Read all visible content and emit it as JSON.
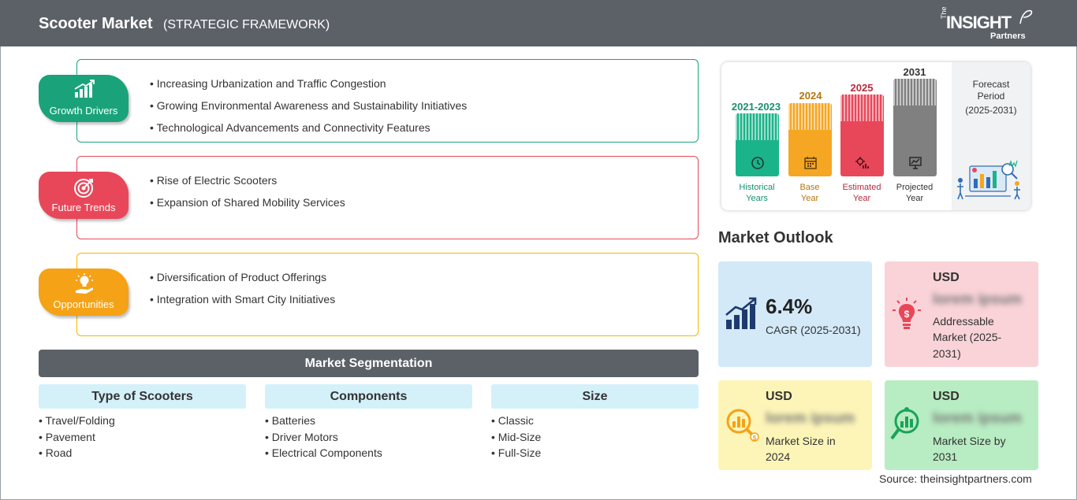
{
  "header": {
    "title": "Scooter Market",
    "subtitle": "(STRATEGIC FRAMEWORK)",
    "logo": {
      "the": "The",
      "insight": "INSIGHT",
      "partners": "Partners"
    }
  },
  "framework": [
    {
      "label": "Growth Drivers",
      "color": "#1aa37a",
      "icon": "growth-chart-icon",
      "items": [
        "Increasing Urbanization and Traffic Congestion",
        "Growing Environmental Awareness and Sustainability Initiatives",
        "Technological Advancements and Connectivity Features"
      ]
    },
    {
      "label": "Future Trends",
      "color": "#e8475a",
      "icon": "target-icon",
      "items": [
        "Rise of Electric Scooters",
        "Expansion of Shared Mobility Services"
      ]
    },
    {
      "label": "Opportunities",
      "color": "#f5a216",
      "icon": "lightbulb-hand-icon",
      "items": [
        "Diversification of Product Offerings",
        "Integration with Smart City Initiatives"
      ]
    }
  ],
  "segmentation": {
    "title": "Market Segmentation",
    "columns": [
      {
        "header": "Type of Scooters",
        "items": [
          "Travel/Folding",
          "Pavement",
          "Road"
        ]
      },
      {
        "header": "Components",
        "items": [
          "Batteries",
          "Driver Motors",
          "Electrical Components"
        ]
      },
      {
        "header": "Size",
        "items": [
          "Classic",
          "Mid-Size",
          "Full-Size"
        ]
      }
    ]
  },
  "timeline": {
    "bars": [
      {
        "year": "2021-2023",
        "label1": "Historical",
        "label2": "Years",
        "color": "#1bb38a",
        "year_color": "#16926f",
        "icon": "history-icon"
      },
      {
        "year": "2024",
        "label1": "Base",
        "label2": "Year",
        "color": "#f5a623",
        "year_color": "#b5760f",
        "icon": "calendar-icon"
      },
      {
        "year": "2025",
        "label1": "Estimated",
        "label2": "Year",
        "color": "#e8475a",
        "year_color": "#b62b3c",
        "icon": "gear-chart-icon"
      },
      {
        "year": "2031",
        "label1": "Projected",
        "label2": "Year",
        "color": "#808080",
        "year_color": "#333333",
        "icon": "presentation-icon"
      }
    ],
    "forecast": {
      "line1": "Forecast",
      "line2": "Period",
      "line3": "(2025-2031)"
    }
  },
  "outlook": {
    "title": "Market Outlook",
    "cagr": {
      "value": "6.4%",
      "label": "CAGR (2025-2031)"
    },
    "addressable": {
      "currency": "USD",
      "value": "lorem ipsum",
      "desc1": "Addressable",
      "desc2": "Market (2025-",
      "desc3": "2031)"
    },
    "size_2024": {
      "currency": "USD",
      "value": "lorem ipsum",
      "desc1": "Market Size in",
      "desc2": "2024"
    },
    "size_2031": {
      "currency": "USD",
      "value": "lorem ipsum",
      "desc1": "Market Size by",
      "desc2": "2031"
    }
  },
  "source": "Source: theinsightpartners.com"
}
